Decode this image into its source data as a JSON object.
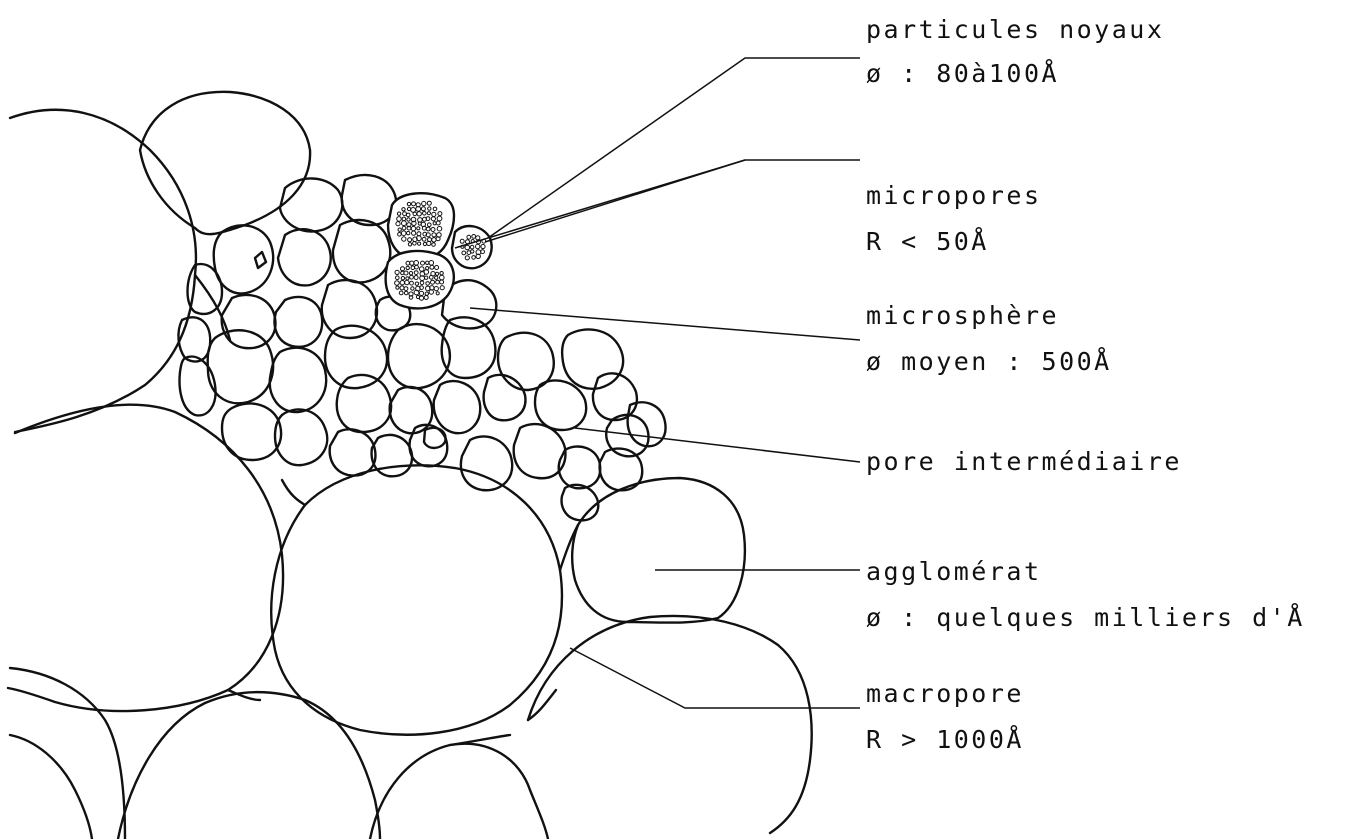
{
  "labels": {
    "particules": {
      "name": "particules noyaux",
      "value": "ø : 80à100Å"
    },
    "micropores": {
      "name": "micropores",
      "value": "R < 50Å"
    },
    "microsphere": {
      "name": "microsphère",
      "value": "ø moyen : 500Å"
    },
    "pore_intermediaire": {
      "name": "pore intermédiaire"
    },
    "agglomerat": {
      "name": "agglomérat",
      "value": "ø : quelques milliers d'Å"
    },
    "macropore": {
      "name": "macropore",
      "value": "R > 1000Å"
    }
  }
}
